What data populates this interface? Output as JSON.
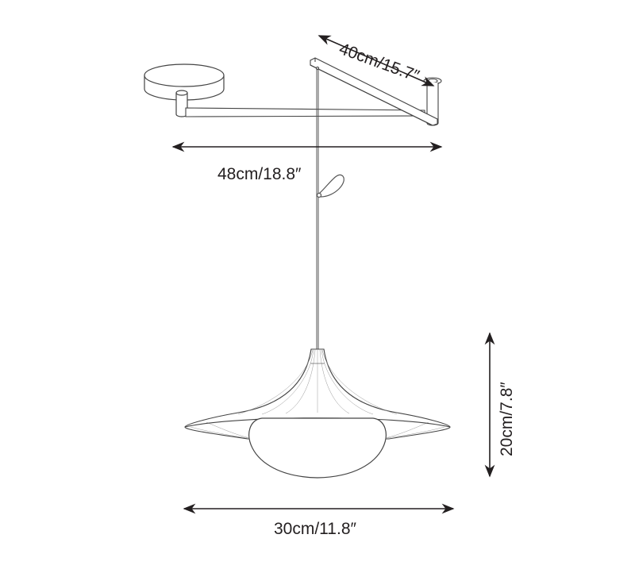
{
  "diagram": {
    "subject": "swing-arm pendant lamp dimension drawing",
    "line_color": "#231f20",
    "background": "#ffffff",
    "dimensions": {
      "arm_length": "40cm/15.7″",
      "total_span": "48cm/18.8″",
      "shade_height": "20cm/7.8″",
      "shade_width": "30cm/11.8″"
    }
  }
}
